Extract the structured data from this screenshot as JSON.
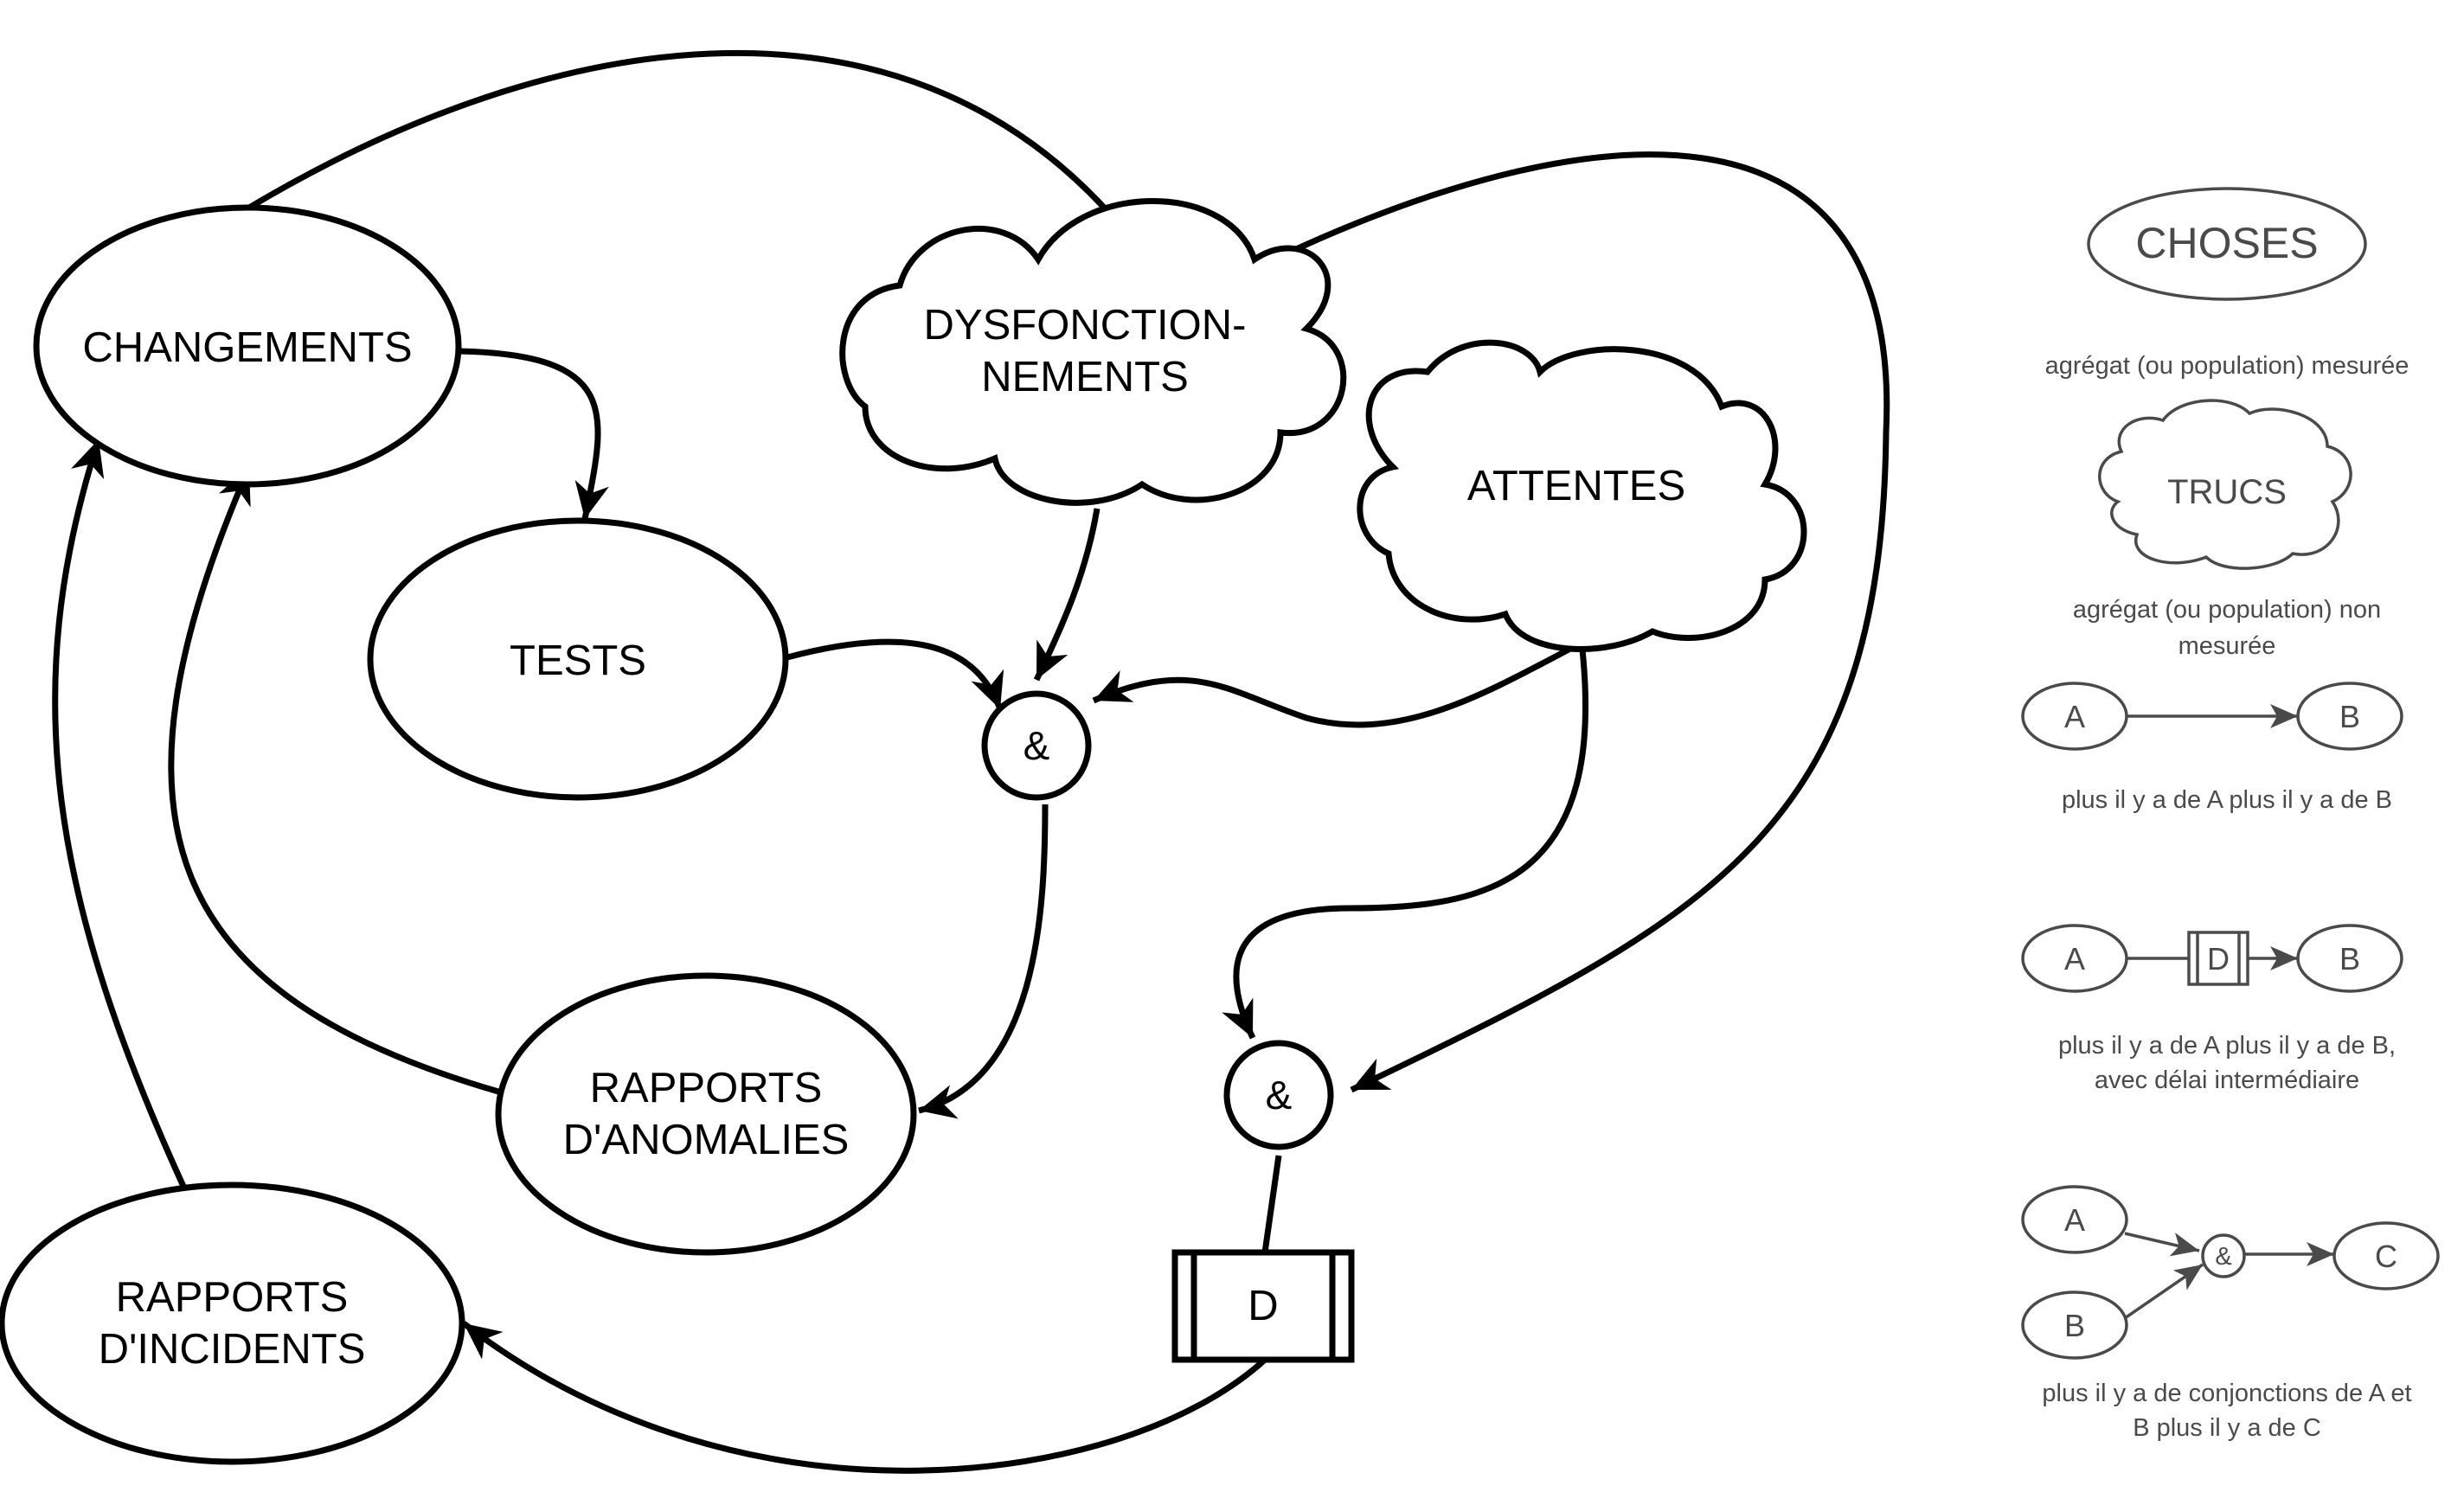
{
  "diagram": {
    "nodes": {
      "changements": "CHANGEMENTS",
      "tests": "TESTS",
      "dysfonctionnements_line1": "DYSFONCTION-",
      "dysfonctionnements_line2": "NEMENTS",
      "attentes": "ATTENTES",
      "rapports_anomalies_line1": "RAPPORTS",
      "rapports_anomalies_line2": "D'ANOMALIES",
      "rapports_incidents_line1": "RAPPORTS",
      "rapports_incidents_line2": "D'INCIDENTS",
      "and_symbol": "&",
      "delay_symbol": "D"
    },
    "edges": [
      {
        "from": "CHANGEMENTS",
        "to": "DYSFONCTIONNEMENTS",
        "type": "plus"
      },
      {
        "from": "CHANGEMENTS",
        "to": "TESTS",
        "type": "plus"
      },
      {
        "from": "TESTS",
        "to": "&1",
        "type": "plus"
      },
      {
        "from": "DYSFONCTIONNEMENTS",
        "to": "&1",
        "type": "plus"
      },
      {
        "from": "ATTENTES",
        "to": "&1",
        "type": "plus"
      },
      {
        "from": "&1",
        "to": "RAPPORTS D'ANOMALIES",
        "type": "plus"
      },
      {
        "from": "RAPPORTS D'ANOMALIES",
        "to": "CHANGEMENTS",
        "type": "plus"
      },
      {
        "from": "ATTENTES",
        "to": "&2",
        "type": "plus"
      },
      {
        "from": "DYSFONCTIONNEMENTS",
        "to": "&2",
        "type": "plus"
      },
      {
        "from": "&2",
        "to": "RAPPORTS D'INCIDENTS",
        "type": "delay"
      },
      {
        "from": "RAPPORTS D'INCIDENTS",
        "to": "CHANGEMENTS",
        "type": "plus"
      }
    ]
  },
  "legend": {
    "measured": {
      "label": "CHOSES",
      "caption": "agrégat (ou population) mesurée"
    },
    "unmeasured": {
      "label": "TRUCS",
      "caption_line1": "agrégat (ou population) non",
      "caption_line2": "mesurée"
    },
    "influence": {
      "a": "A",
      "b": "B",
      "caption": "plus il y a de A plus il y a de B"
    },
    "delayed": {
      "a": "A",
      "d": "D",
      "b": "B",
      "caption_line1": "plus il y a de A plus il y a de B,",
      "caption_line2": "avec délai intermédiaire"
    },
    "conjunction": {
      "a": "A",
      "b": "B",
      "amp": "&",
      "c": "C",
      "caption_line1": "plus il y a de conjonctions de A et",
      "caption_line2": "B plus il y a de C"
    }
  },
  "colors": {
    "main": "#000000",
    "legend": "#4a4a4a",
    "background": "#ffffff"
  }
}
